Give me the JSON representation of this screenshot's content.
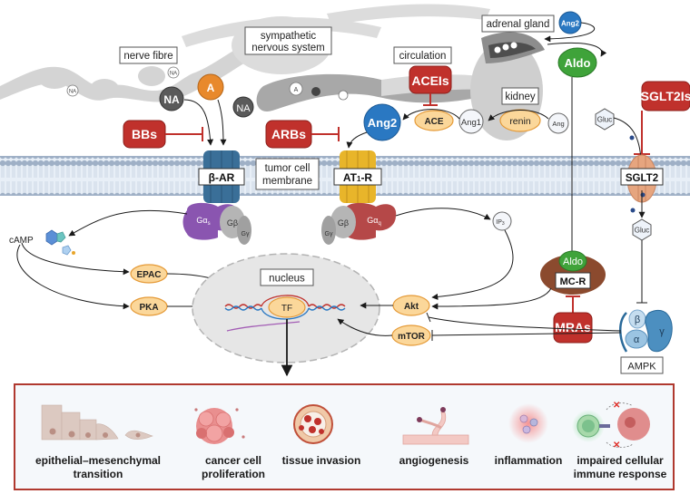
{
  "title": "Cardiovascular drugs and cancer signaling pathways",
  "colors": {
    "drug": "#c0312c",
    "drug_border": "#8b1e1a",
    "enzyme_fill": "#fbd79a",
    "enzyme_border": "#e59a37",
    "ang2": "#2a78c2",
    "aldo": "#3fa33a",
    "adrenaline": "#e8892c",
    "noradrenaline": "#5a5a5a",
    "membrane": "#a9b8cc",
    "nucleus": "#e3e3e3",
    "outcome_border": "#b0392f",
    "outcome_bg": "#f5f8fb",
    "beta_ar": "#3a6f98",
    "at1r": "#e8b52a",
    "gas": "#8a55b0",
    "gaq": "#b54848",
    "mcr": "#8b4a2e",
    "sglt2": "#e6a57f"
  },
  "anatomy": {
    "nerve_fibre": "nerve fibre",
    "sympathetic": [
      "sympathetic",
      "nervous system"
    ],
    "circulation": "circulation",
    "adrenal_gland": "adrenal gland",
    "kidney": "kidney",
    "membrane": [
      "tumor cell",
      "membrane"
    ],
    "nucleus": "nucleus"
  },
  "molecules": {
    "na": "NA",
    "a": "A",
    "ang": "Ang",
    "ang1": "Ang1",
    "ang2": "Ang2",
    "aldo": "Aldo",
    "gluc": "Gluc",
    "camp": "cAMP",
    "ip3": "IP",
    "ip3_sub": "3"
  },
  "enzymes": {
    "ace": "ACE",
    "renin": "renin",
    "epac": "EPAC",
    "pka": "PKA",
    "akt": "Akt",
    "mtor": "mTOR",
    "tf": "TF"
  },
  "drugs": {
    "bbs": "BBs",
    "arbs": "ARBs",
    "aceis": "ACEIs",
    "sglt2is": "SGLT2Is",
    "mras": "MRAs"
  },
  "receptors": {
    "beta_ar": "β-AR",
    "at1r_main": "AT",
    "at1r_sub": "1",
    "at1r_end": "-R",
    "mcr": "MC-R",
    "sglt2": "SGLT2",
    "ampk": "AMPK",
    "ampk_beta": "β",
    "ampk_alpha": "α",
    "ampk_gamma": "γ",
    "gas": "Gα",
    "gas_sub": "s",
    "gaq": "Gα",
    "gaq_sub": "q",
    "gbeta": "Gβ",
    "ggamma": "Gγ"
  },
  "outcomes": [
    {
      "lines": [
        "epithelial–mesenchymal",
        "transition"
      ],
      "icon": "emt-cells-icon"
    },
    {
      "lines": [
        "cancer cell",
        "proliferation"
      ],
      "icon": "cell-cluster-icon"
    },
    {
      "lines": [
        "tissue invasion"
      ],
      "icon": "tissue-invasion-icon"
    },
    {
      "lines": [
        "angiogenesis"
      ],
      "icon": "blood-vessel-icon"
    },
    {
      "lines": [
        "inflammation"
      ],
      "icon": "inflammation-icon"
    },
    {
      "lines": [
        "impaired cellular",
        "immune response"
      ],
      "icon": "immune-cell-icon"
    }
  ]
}
